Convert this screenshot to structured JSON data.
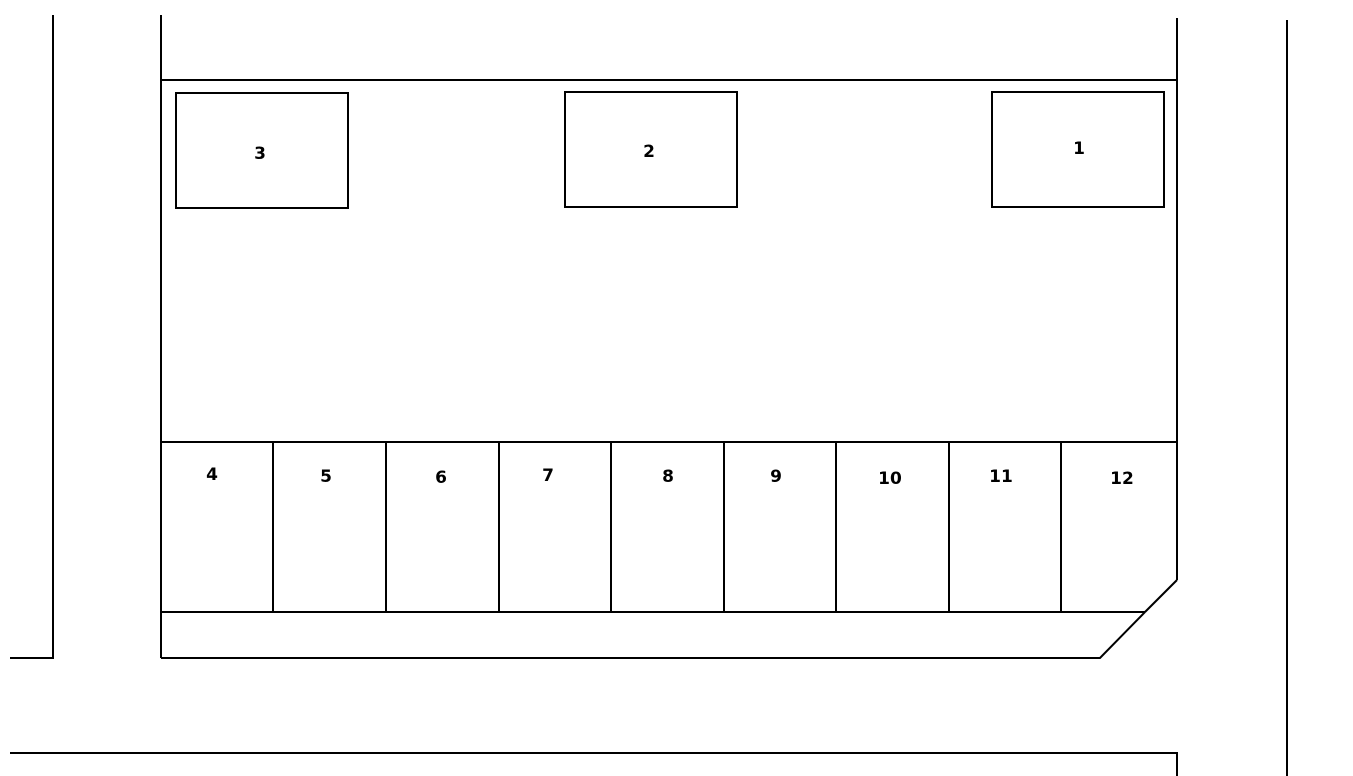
{
  "plan": {
    "line_color": "#000000",
    "background": "#ffffff",
    "top_spaces": [
      {
        "label": "3"
      },
      {
        "label": "2"
      },
      {
        "label": "1"
      }
    ],
    "bottom_spaces": [
      {
        "label": "4"
      },
      {
        "label": "5"
      },
      {
        "label": "6"
      },
      {
        "label": "7"
      },
      {
        "label": "8"
      },
      {
        "label": "9"
      },
      {
        "label": "10"
      },
      {
        "label": "11"
      },
      {
        "label": "12"
      }
    ]
  }
}
